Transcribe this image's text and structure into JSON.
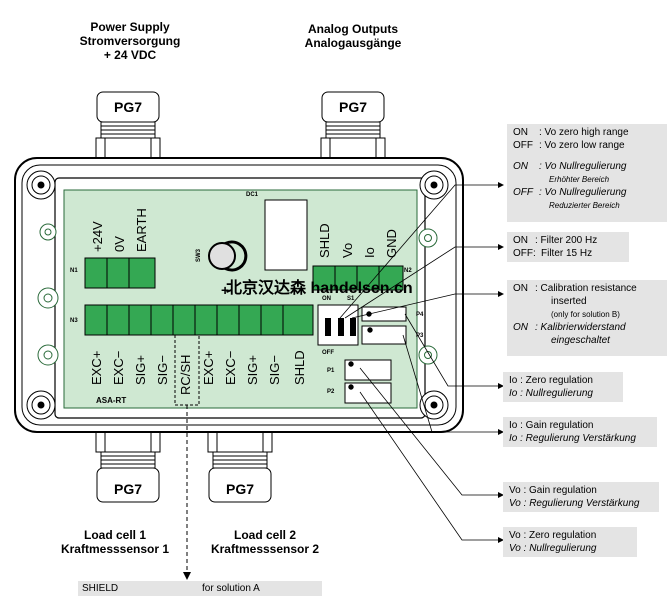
{
  "top_labels": {
    "power": [
      "Power Supply",
      "Stromversorgung",
      "+ 24 VDC"
    ],
    "analog": [
      "Analog Outputs",
      "Analogausgänge"
    ]
  },
  "bottom_labels": {
    "load1": [
      "Load cell 1",
      "Kraftmesssensor 1"
    ],
    "load2": [
      "Load cell 2",
      "Kraftmesssensor 2"
    ]
  },
  "glands": {
    "label": "PG7"
  },
  "board": {
    "dc1": "DC1",
    "sw3": "SW3",
    "n1": "N1",
    "n2": "N2",
    "n3": "N3",
    "on": "ON",
    "s1": "S1",
    "off": "OFF",
    "p1": "P1",
    "p2": "P2",
    "p3": "P3",
    "p4": "P4",
    "model": "ASA-RT",
    "plus": "+",
    "n1_terms": [
      "+24V",
      "0V",
      "EARTH"
    ],
    "n2_terms": [
      "SHLD",
      "Vo",
      "Io",
      "GND"
    ],
    "n3_terms": [
      "EXC+",
      "EXC−",
      "SIG+",
      "SIG−",
      "RC/SH",
      "EXC+",
      "EXC−",
      "SIG+",
      "SIG−",
      "SHLD"
    ]
  },
  "watermark": "北京汉达森 handelsen.cn",
  "notes": {
    "range": {
      "l1_key": "ON",
      "l1_val": ": Vo zero high range",
      "l2_key": "OFF",
      "l2_val": ": Vo zero low range",
      "l3_key": "ON",
      "l3_val": ": Vo Nullregulierung",
      "l4": "Erhöhter Bereich",
      "l5_key": "OFF",
      "l5_val": ": Vo Nullregulierung",
      "l6": "Reduzierter Bereich"
    },
    "filter": {
      "l1_key": "ON",
      "l1_val": ":  Filter 200 Hz",
      "l2_key": "OFF:",
      "l2_val": "Filter 15 Hz"
    },
    "calib": {
      "l1_key": "ON",
      "l1_val": ":    Calibration resistance",
      "l2": "inserted",
      "l3": "(only for solution B)",
      "l4_key": "ON",
      "l4_val": ":    Kalibrierwiderstand",
      "l5": "eingeschaltet"
    },
    "io_zero": {
      "l1": "Io : Zero regulation",
      "l2": "Io : Nullregulierung"
    },
    "io_gain": {
      "l1": "Io : Gain regulation",
      "l2": "Io : Regulierung Verstärkung"
    },
    "vo_gain": {
      "l1": "Vo : Gain regulation",
      "l2": "Vo : Regulierung Verstärkung"
    },
    "vo_zero": {
      "l1": "Vo : Zero regulation",
      "l2": "Vo : Nullregulierung"
    }
  },
  "shield_bar": {
    "left": "SHIELD",
    "right": "for solution A"
  }
}
